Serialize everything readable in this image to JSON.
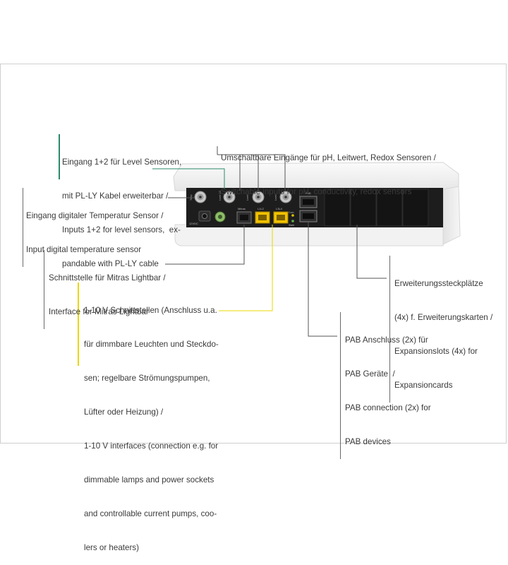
{
  "labels": {
    "level": [
      "Eingang 1+2 für Level Sensoren,",
      "mit PL-LY Kabel erweiterbar /",
      "Inputs 1+2 for level sensors,  ex-",
      "pandable with PL-LY cable"
    ],
    "temp": [
      "Eingang digitaler Temperatur Sensor /",
      "Input digital temperature sensor"
    ],
    "switch": [
      "Umschaltbare Eingänge für pH, Leitwert, Redox Sensoren /",
      "Switchable inputs for pH, conductivity, redox sensors"
    ],
    "lightbar": [
      "Schnittstelle für Mitras Lightbar /",
      "Interface for Mitras Lightbar"
    ],
    "v110": [
      "1-10 V Schnittstellen (Anschluss u.a.",
      "für dimmbare Leuchten und Steckdo-",
      "sen; regelbare Strömungspumpen,",
      "Lüfter oder Heizung) /",
      "1-10 V interfaces (connection e.g. for",
      "dimmable lamps and power sockets",
      "and controllable current pumps, coo-",
      "lers or heaters)"
    ],
    "expansion": [
      "Erweiterungssteckplätze",
      "(4x) f. Erweiterungskarten /",
      "Expansionslots (4x) for",
      "Expansioncards"
    ],
    "pab": [
      "PAB Anschluss (2x) für",
      "PAB Geräte  /",
      "PAB connection (2x) for",
      "PAB devices"
    ]
  },
  "device": {
    "power_label": "12VDC",
    "mitras_label": "Mitras",
    "l12_label": "L1L2",
    "l34_label": "L3L4",
    "pab_label": "PAB",
    "com_label": "Com",
    "state_label": "State",
    "port_labels": [
      "Temp",
      "Level 1/2",
      "Level",
      "Level"
    ]
  },
  "colors": {
    "green_accent": "#2a8a6a",
    "yellow_accent": "#e8d800",
    "gray_line": "#6a6a6a",
    "device_shell": "#f0f0f0",
    "device_panel": "#1d1d1d",
    "rj_yellow": "#f2c200"
  }
}
